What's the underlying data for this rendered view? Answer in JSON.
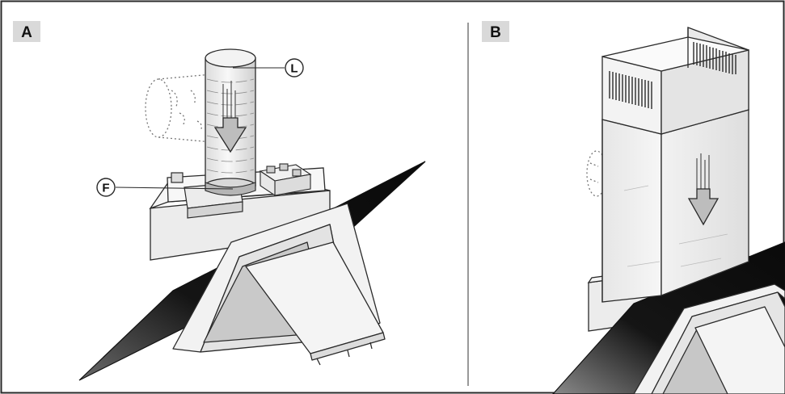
{
  "panels": [
    {
      "label": "A"
    },
    {
      "label": "B"
    }
  ],
  "callouts": [
    {
      "label": "L"
    },
    {
      "label": "F"
    }
  ],
  "colors": {
    "outline": "#2a2a2a",
    "glass": "#1a1a1a",
    "label_box": "#d9d9d9",
    "body_light": "#efefef",
    "body_shade": "#cfcfcf",
    "arrow_fill": "#bdbdbd"
  }
}
